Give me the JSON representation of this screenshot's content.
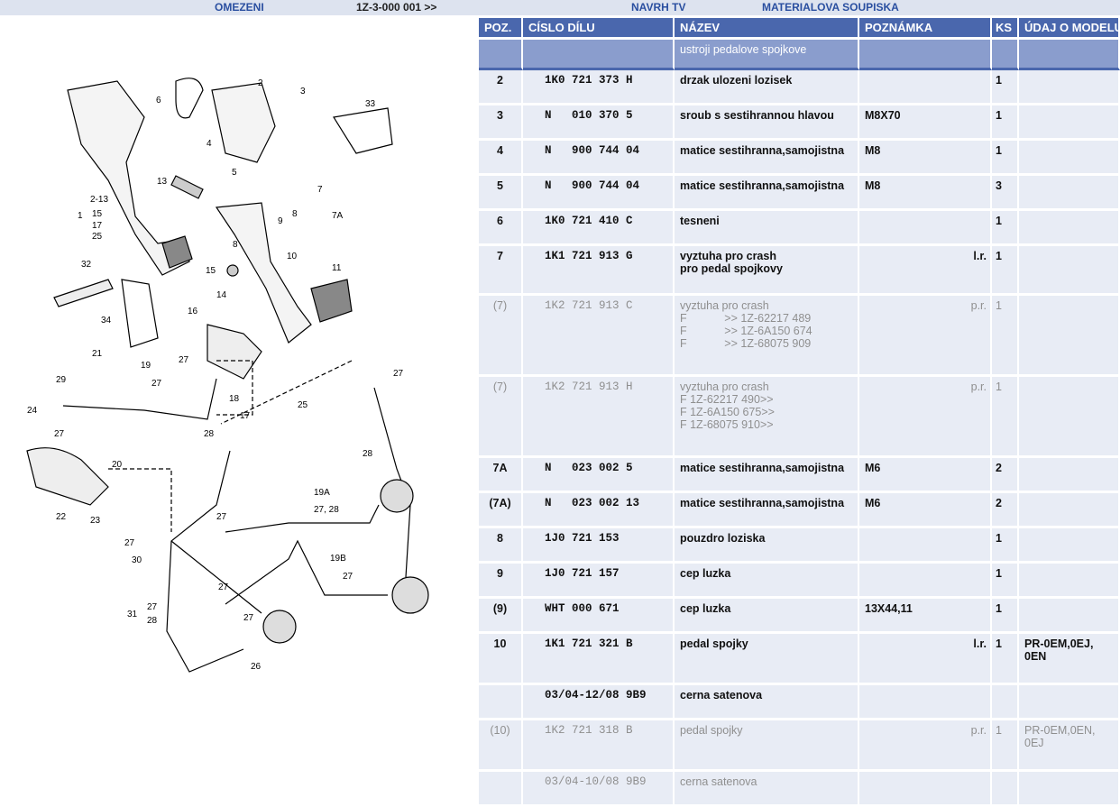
{
  "topbar": {
    "omezeni": "OMEZENI",
    "range": "1Z-3-000 001 >>",
    "navrh": "NAVRH TV",
    "soupiska": "MATERIALOVA SOUPISKA"
  },
  "table": {
    "headers": [
      "POZ.",
      "CÍSLO DÍLU",
      "NÁZEV",
      "POZNÁMKA",
      "KS",
      "ÚDAJ O MODELU"
    ],
    "group_title": "ustroji pedalove spojkove",
    "rows": [
      {
        "pos": "2",
        "part": "1K0 721 373 H",
        "name": [
          "drzak ulozeni lozisek"
        ],
        "note": "",
        "side": "",
        "qty": "1",
        "model": "",
        "alt": false
      },
      {
        "pos": "3",
        "part": "N   010 370 5",
        "name": [
          "sroub s sestihrannou hlavou"
        ],
        "note": "M8X70",
        "side": "",
        "qty": "1",
        "model": "",
        "alt": false
      },
      {
        "pos": "4",
        "part": "N   900 744 04",
        "name": [
          "matice sestihranna,samojistna"
        ],
        "note": "M8",
        "side": "",
        "qty": "1",
        "model": "",
        "alt": false
      },
      {
        "pos": "5",
        "part": "N   900 744 04",
        "name": [
          "matice sestihranna,samojistna"
        ],
        "note": "M8",
        "side": "",
        "qty": "3",
        "model": "",
        "alt": false
      },
      {
        "pos": "6",
        "part": "1K0 721 410 C",
        "name": [
          "tesneni"
        ],
        "note": "",
        "side": "",
        "qty": "1",
        "model": "",
        "alt": false
      },
      {
        "pos": "7",
        "part": "1K1 721 913 G",
        "name": [
          "vyztuha pro crash",
          "pro pedal spojkovy"
        ],
        "note": "",
        "side": "l.r.",
        "qty": "1",
        "model": "",
        "alt": false
      },
      {
        "pos": "(7)",
        "part": "1K2 721 913 C",
        "name": [
          "vyztuha pro crash",
          "F            >> 1Z-62217 489",
          "F            >> 1Z-6A150 674",
          "F            >> 1Z-68075 909"
        ],
        "note": "",
        "side": "p.r.",
        "qty": "1",
        "model": "",
        "alt": true
      },
      {
        "pos": "(7)",
        "part": "1K2 721 913 H",
        "name": [
          "vyztuha pro crash",
          "F 1Z-62217 490>>",
          "F 1Z-6A150 675>>",
          "F 1Z-68075 910>>"
        ],
        "note": "",
        "side": "p.r.",
        "qty": "1",
        "model": "",
        "alt": true
      },
      {
        "pos": "7A",
        "part": "N   023 002 5",
        "name": [
          "matice sestihranna,samojistna"
        ],
        "note": "M6",
        "side": "",
        "qty": "2",
        "model": "",
        "alt": false
      },
      {
        "pos": "(7A)",
        "part": "N   023 002 13",
        "name": [
          "matice sestihranna,samojistna"
        ],
        "note": "M6",
        "side": "",
        "qty": "2",
        "model": "",
        "alt": false
      },
      {
        "pos": "8",
        "part": "1J0 721 153",
        "name": [
          "pouzdro loziska"
        ],
        "note": "",
        "side": "",
        "qty": "1",
        "model": "",
        "alt": false
      },
      {
        "pos": "9",
        "part": "1J0 721 157",
        "name": [
          "cep luzka"
        ],
        "note": "",
        "side": "",
        "qty": "1",
        "model": "",
        "alt": false
      },
      {
        "pos": "(9)",
        "part": "WHT 000 671",
        "name": [
          "cep luzka"
        ],
        "note": "13X44,11",
        "side": "",
        "qty": "1",
        "model": "",
        "alt": false
      },
      {
        "pos": "10",
        "part": "1K1 721 321 B",
        "name": [
          "pedal spojky"
        ],
        "note": "",
        "side": "l.r.",
        "qty": "1",
        "model": "PR-0EM,0EJ, 0EN",
        "alt": false
      },
      {
        "pos": "",
        "part": "03/04-12/08 9B9",
        "name": [
          "cerna satenova"
        ],
        "note": "",
        "side": "",
        "qty": "",
        "model": "",
        "alt": false
      },
      {
        "pos": "(10)",
        "part": "1K2 721 318 B",
        "name": [
          "pedal spojky"
        ],
        "note": "",
        "side": "p.r.",
        "qty": "1",
        "model": "PR-0EM,0EN, 0EJ",
        "alt": true
      },
      {
        "pos": "",
        "part": "03/04-10/08 9B9",
        "name": [
          "cerna satenova"
        ],
        "note": "",
        "side": "",
        "qty": "",
        "model": "",
        "alt": true
      }
    ]
  },
  "diagram": {
    "callouts": [
      "6",
      "2",
      "3",
      "33",
      "4",
      "5",
      "13",
      "7",
      "2-13",
      "1",
      "15",
      "17",
      "25",
      "9",
      "8",
      "8",
      "10",
      "32",
      "11",
      "15",
      "14",
      "16",
      "34",
      "7A",
      "21",
      "19",
      "27",
      "27",
      "29",
      "24",
      "18",
      "17",
      "25",
      "27",
      "28",
      "27",
      "28",
      "20",
      "22",
      "23",
      "27",
      "30",
      "19A",
      "27, 28",
      "27",
      "19B",
      "27",
      "27",
      "31",
      "27",
      "28",
      "27",
      "26"
    ]
  }
}
